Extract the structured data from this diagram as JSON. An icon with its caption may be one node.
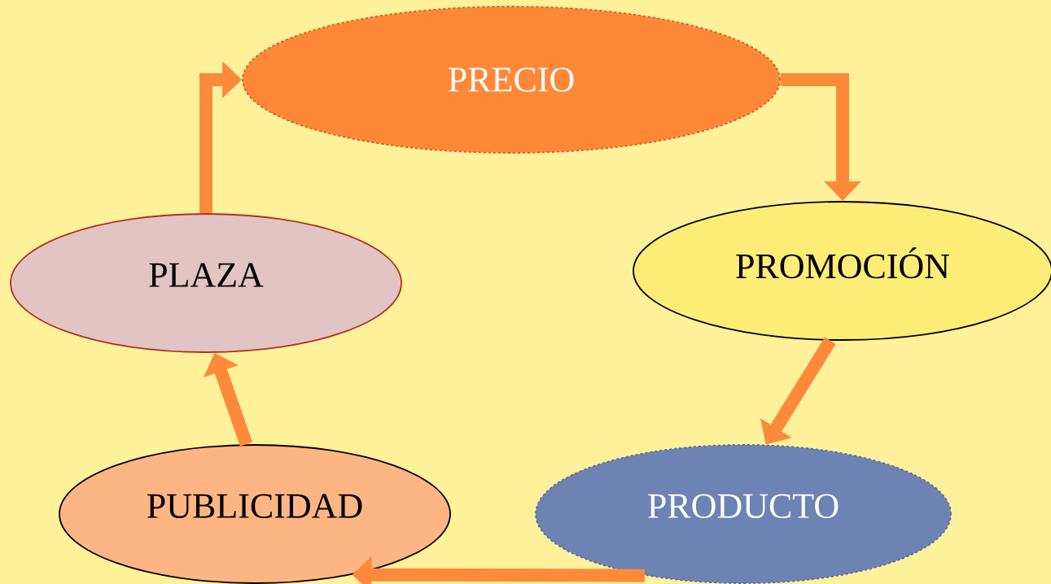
{
  "diagram": {
    "nodes": [
      {
        "text": [
          "PRECIO"
        ]
      },
      {
        "text": [
          "PROMOCIÓN"
        ]
      },
      {
        "text": [
          "PRODUCTO"
        ]
      },
      {
        "text": [
          "PUBLICIDAD"
        ]
      },
      {
        "text": [
          "PLAZA"
        ]
      }
    ],
    "edges": [
      {
        "from": 0,
        "to": 1,
        "arrow": "to"
      },
      {
        "from": 1,
        "to": 2,
        "arrow": "to"
      },
      {
        "from": 2,
        "to": 3,
        "arrow": "to"
      },
      {
        "from": 3,
        "to": 4,
        "arrow": "to"
      },
      {
        "from": 4,
        "to": 0,
        "arrow": "to"
      }
    ]
  }
}
